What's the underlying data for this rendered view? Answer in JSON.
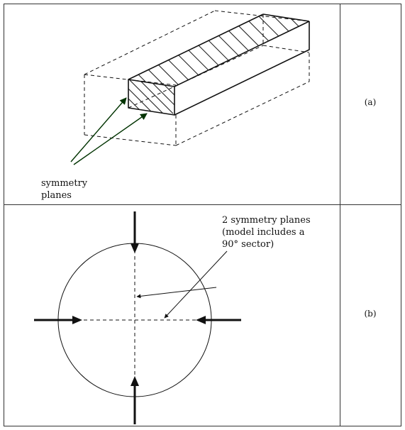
{
  "panel_a": {
    "label_line1": "symmetry",
    "label_line2": "planes",
    "caption": "(a)"
  },
  "panel_b": {
    "label_line1": "2 symmetry planes",
    "label_line2": "(model includes a",
    "label_line3": "90° sector)",
    "caption": "(b)"
  },
  "colors": {
    "line": "#111111",
    "hatch": "#222222",
    "arrow_fill": "#003300"
  }
}
